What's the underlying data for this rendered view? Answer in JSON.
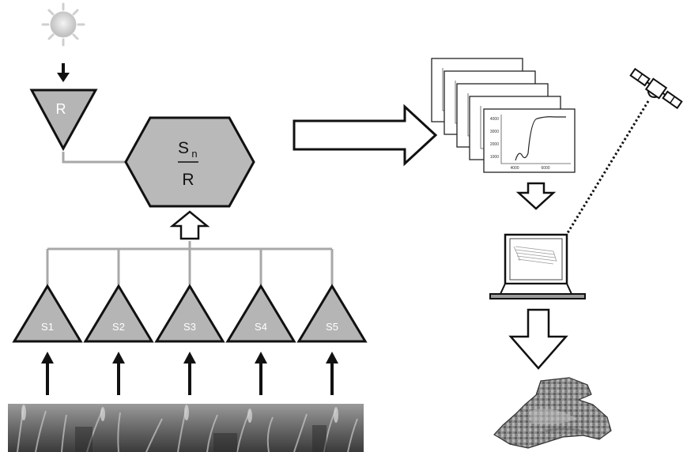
{
  "colors": {
    "sensor_fill": "#b5b5b5",
    "stroke": "#111111",
    "connector": "#a8a8a8",
    "hex_fill": "#b9b9b9",
    "sun_fill": "#d4d4d4"
  },
  "reference_sensor": {
    "label": "R"
  },
  "ratio": {
    "numerator": "S",
    "subscript": "n",
    "denominator": "R"
  },
  "sensors": [
    {
      "label": "S1"
    },
    {
      "label": "S2"
    },
    {
      "label": "S3"
    },
    {
      "label": "S4"
    },
    {
      "label": "S5"
    }
  ],
  "spectra_chart": {
    "y_ticks": [
      "4000",
      "3000",
      "2000",
      "1000"
    ],
    "x_ticks": [
      "4000",
      "6000"
    ]
  },
  "icons": {
    "sun": "sun-icon",
    "satellite": "satellite-icon",
    "laptop": "laptop-icon",
    "field_map": "field-map-icon",
    "crop_photo": "wheat-field-photo"
  }
}
